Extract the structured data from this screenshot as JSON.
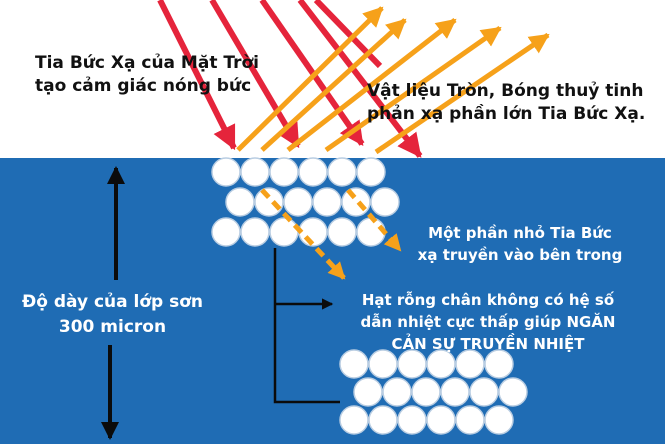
{
  "labels": {
    "sun_radiation": [
      "Tia Bức Xạ của Mặt Trời",
      "tạo cảm giác nóng bức"
    ],
    "reflection": [
      "Vật liệu Tròn, Bóng thuỷ tinh",
      "phản xạ phần lớn Tia Bức Xạ."
    ],
    "penetration": [
      "Một phần nhỏ Tia Bức",
      "xạ truyền vào bên trong"
    ],
    "thickness": [
      "Độ dày của lớp sơn",
      "300 micron"
    ],
    "hollow_beads": [
      "Hạt rỗng chân không có hệ số",
      "dẫn nhiệt cực thấp giúp NGĂN",
      "CẢN SỰ TRUYỀN NHIỆT"
    ]
  },
  "colors": {
    "sky": "#ffffff",
    "paint_layer": "#1f6cb4",
    "incoming_ray": "#e5243b",
    "reflected_ray": "#f6a11a",
    "bead": "#ffffff",
    "bead_outline": "#b9cde2",
    "line": "#0b0b0b",
    "dark_text": "#111111",
    "light_text": "#ffffff"
  }
}
